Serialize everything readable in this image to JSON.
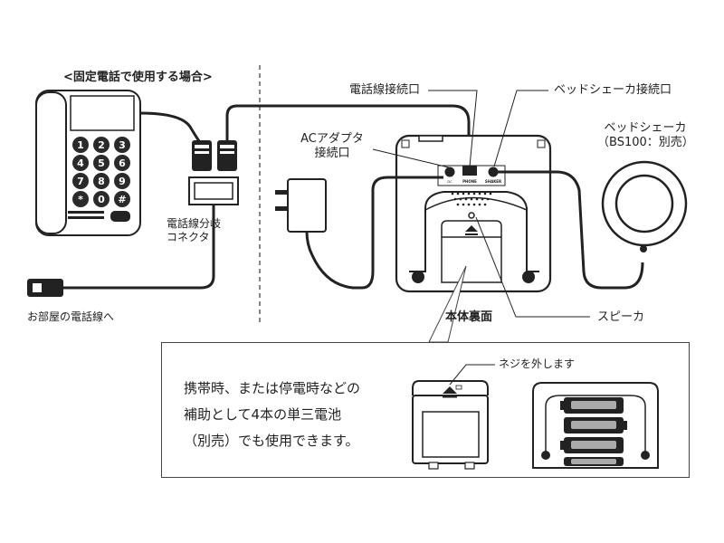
{
  "sections": {
    "left_heading": "<固定電話で使用する場合>",
    "back_view_caption": "本体裏面"
  },
  "labels": {
    "phone_line_port": "電話線接続口",
    "bed_shaker_port": "ベッドシェーカ接続口",
    "ac_adapter_port_line1": "ACアダプタ",
    "ac_adapter_port_line2": "接続口",
    "bed_shaker_line1": "ベッドシェーカ",
    "bed_shaker_line2": "（BS100：別売）",
    "splitter_line1": "電話線分岐",
    "splitter_line2": "コネクタ",
    "room_line": "お部屋の電話線へ",
    "speaker": "スピーカ"
  },
  "port_markings": [
    "PHONE",
    "SHAKER"
  ],
  "keypad": [
    "1",
    "2",
    "3",
    "4",
    "5",
    "6",
    "7",
    "8",
    "9",
    "*",
    "0",
    "#"
  ],
  "callout": {
    "lines": [
      "携帯時、または停電時などの",
      "補助として4本の単三電池",
      "（別売）でも使用できます。"
    ],
    "screw_note": "ネジを外します"
  }
}
